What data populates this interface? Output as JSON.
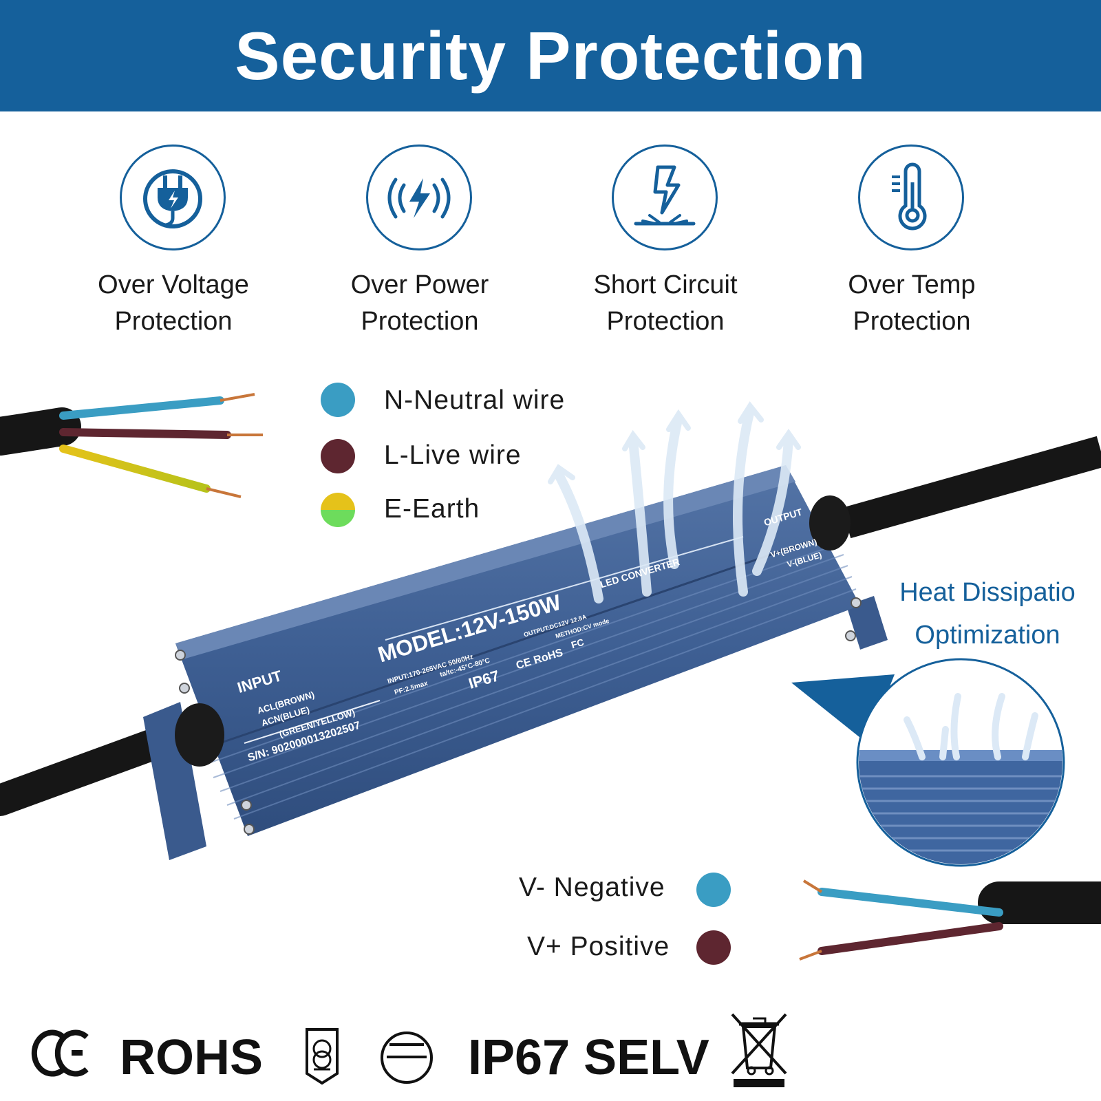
{
  "banner": {
    "title": "Security Protection"
  },
  "features": [
    {
      "icon": "plug-icon",
      "line1": "Over Voltage",
      "line2": "Protection"
    },
    {
      "icon": "power-signal-icon",
      "line1": "Over Power",
      "line2": "Protection"
    },
    {
      "icon": "short-circuit-icon",
      "line1": "Short Circuit",
      "line2": "Protection"
    },
    {
      "icon": "thermometer-icon",
      "line1": "Over Temp",
      "line2": "Protection"
    }
  ],
  "input_legend": [
    {
      "label": "N-Neutral wire",
      "color": "#3a9dc3"
    },
    {
      "label": "L-Live wire",
      "color": "#5e2630"
    },
    {
      "label": "E-Earth",
      "color": "#e5c21a",
      "color2": "#6ddc5c"
    }
  ],
  "output_legend": [
    {
      "label": "V- Negative",
      "color": "#3a9dc3"
    },
    {
      "label": "V+ Positive",
      "color": "#5e2630"
    }
  ],
  "heat_note": {
    "line1": "Heat Dissipatio",
    "line2": "Optimization"
  },
  "product": {
    "model": "MODEL:12V-150W",
    "led_converter": "LED CONVERTER",
    "output_title": "OUTPUT",
    "output_brown": "V+(BROWN)",
    "output_blue": "V-(BLUE)",
    "input_title": "INPUT",
    "input_brown": "ACL(BROWN)",
    "input_blue": "ACN(BLUE)",
    "input_earth": "(GREEN/YELLOW)",
    "serial": "S/N: 902000013202507",
    "spec_input": "INPUT:170-265VAC 50/60Hz",
    "spec_ta": "ta/tc:-45°C-80°C",
    "spec_pf": "PF:2.5max",
    "spec_output": "OUTPUT:DC12V 12.5A",
    "spec_method": "METHOD:CV mode",
    "ip": "IP67",
    "ce_rohs": "CE RoHS",
    "fc": "FC"
  },
  "certifications": {
    "ce": "CE",
    "rohs": "ROHS",
    "ip": "IP67 SELV"
  },
  "colors": {
    "brand_blue": "#15609b",
    "case_blue": "#3e5f93"
  }
}
